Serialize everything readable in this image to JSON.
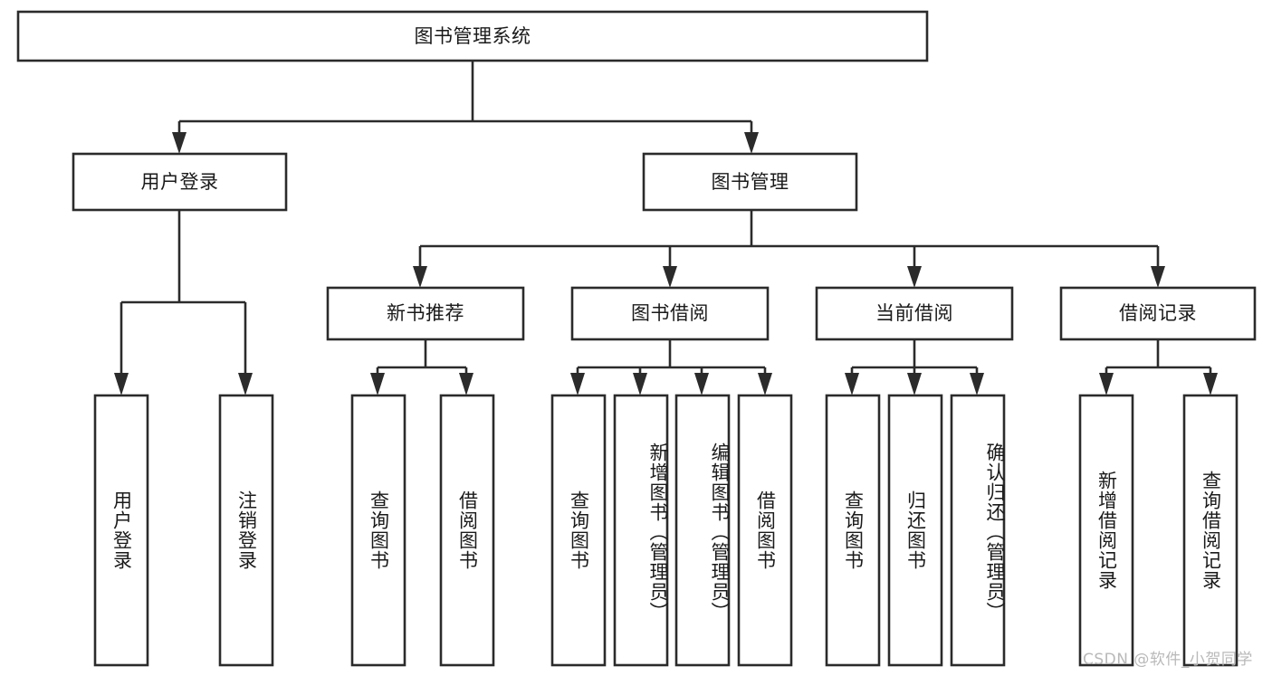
{
  "diagram": {
    "type": "tree",
    "title": "图书管理系统",
    "root": {
      "id": "root",
      "label": "图书管理系统"
    },
    "level1": [
      {
        "id": "user-login",
        "label": "用户登录"
      },
      {
        "id": "book-manage",
        "label": "图书管理"
      }
    ],
    "level2": [
      {
        "id": "new-book-recommend",
        "label": "新书推荐",
        "parent": "book-manage"
      },
      {
        "id": "book-borrow",
        "label": "图书借阅",
        "parent": "book-manage"
      },
      {
        "id": "current-borrow",
        "label": "当前借阅",
        "parent": "book-manage"
      },
      {
        "id": "borrow-record",
        "label": "借阅记录",
        "parent": "book-manage"
      }
    ],
    "leaves": [
      {
        "id": "leaf-user-login",
        "label": "用户登录",
        "parent": "user-login"
      },
      {
        "id": "leaf-user-logout",
        "label": "注销登录",
        "parent": "user-login"
      },
      {
        "id": "leaf-query-book-1",
        "label": "查询图书",
        "parent": "new-book-recommend"
      },
      {
        "id": "leaf-borrow-book-1",
        "label": "借阅图书",
        "parent": "new-book-recommend"
      },
      {
        "id": "leaf-query-book-2",
        "label": "查询图书",
        "parent": "book-borrow"
      },
      {
        "id": "leaf-add-book",
        "label": "新增图书（管理员）",
        "parent": "book-borrow"
      },
      {
        "id": "leaf-edit-book",
        "label": "编辑图书（管理员）",
        "parent": "book-borrow"
      },
      {
        "id": "leaf-borrow-book-2",
        "label": "借阅图书",
        "parent": "book-borrow"
      },
      {
        "id": "leaf-query-book-3",
        "label": "查询图书",
        "parent": "current-borrow"
      },
      {
        "id": "leaf-return-book",
        "label": "归还图书",
        "parent": "current-borrow"
      },
      {
        "id": "leaf-confirm-return",
        "label": "确认归还（管理员）",
        "parent": "current-borrow"
      },
      {
        "id": "leaf-add-record",
        "label": "新增借阅记录",
        "parent": "borrow-record"
      },
      {
        "id": "leaf-query-record",
        "label": "查询借阅记录",
        "parent": "borrow-record"
      }
    ],
    "colors": {
      "stroke": "#2b2b2b",
      "fill": "#ffffff",
      "text": "#1a1a1a",
      "watermark": "#b9b9b9"
    }
  },
  "watermark": {
    "text": "CSDN @软件_小贺同学"
  }
}
